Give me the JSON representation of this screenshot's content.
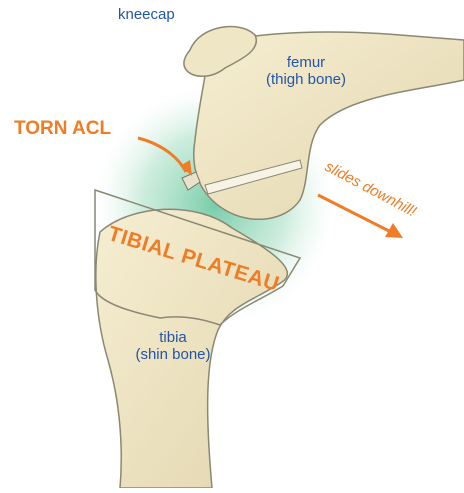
{
  "labels": {
    "kneecap": "kneecap",
    "femur": "femur",
    "femur_sub": "(thigh bone)",
    "torn_acl": "TORN ACL",
    "tibial_plateau": "TIBIAL PLATEAU",
    "slides": "slides downhill!",
    "tibia": "tibia",
    "tibia_sub": "(shin bone)"
  },
  "colors": {
    "bone": "#efe6c6",
    "bone_outline": "#8a8772",
    "label_blue": "#2255a8",
    "accent_orange": "#ee7d25",
    "joint_glow": "#5fc49a"
  }
}
